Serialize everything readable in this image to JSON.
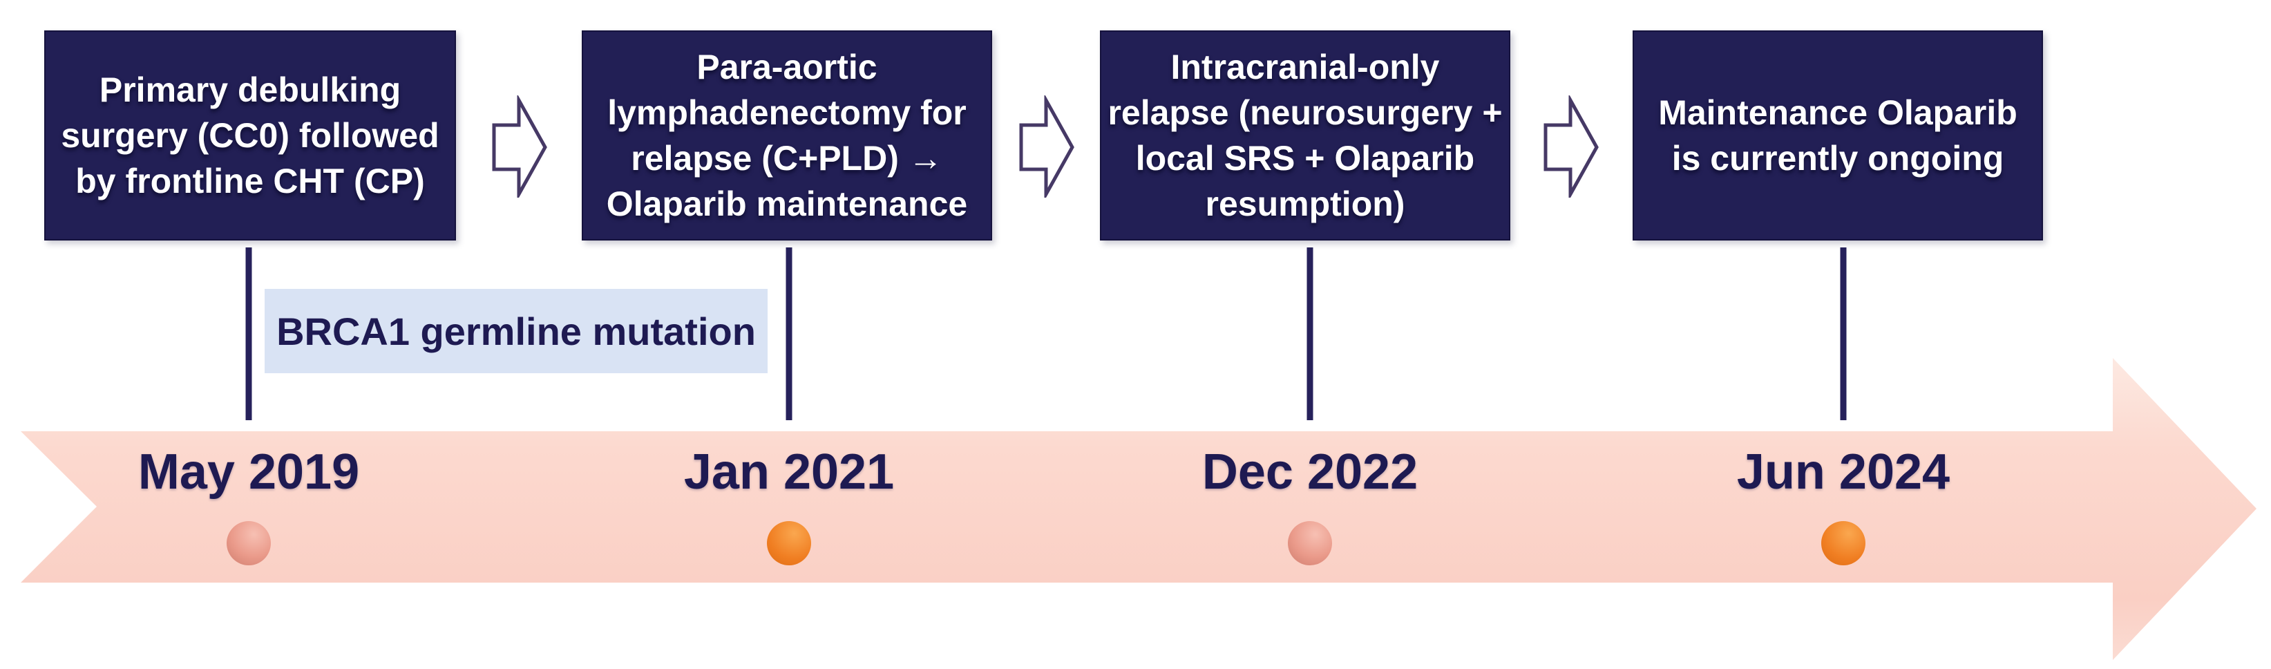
{
  "colors": {
    "navy": "#221F55",
    "accent-text": "#1E1A52",
    "band-top": "#FDE9E2",
    "band-main": "#FCD9CF",
    "band-bottom": "#FACFC4",
    "brca-bg": "#D9E3F4",
    "chevron-stroke": "#463966",
    "connector": "#26215B",
    "dot-orange": "#F07E22",
    "dot-salmon": "#EA9A8A"
  },
  "events": [
    {
      "lines": [
        "Primary debulking",
        "surgery (CC0) followed",
        "by frontline CHT (CP)"
      ]
    },
    {
      "lines": [
        "Para-aortic",
        "lymphadenectomy for",
        "relapse (C+PLD) →",
        "Olaparib maintenance"
      ]
    },
    {
      "lines": [
        "Intracranial-only",
        "relapse (neurosurgery +",
        "local SRS + Olaparib",
        "resumption)"
      ]
    },
    {
      "lines": [
        "Maintenance Olaparib",
        "is currently ongoing"
      ]
    }
  ],
  "mutation_label": "BRCA1 germline mutation",
  "points": [
    {
      "date": "May 2019",
      "dot": "salmon"
    },
    {
      "date": "Jan 2021",
      "dot": "orange"
    },
    {
      "date": "Dec 2022",
      "dot": "salmon"
    },
    {
      "date": "Jun 2024",
      "dot": "orange"
    }
  ]
}
